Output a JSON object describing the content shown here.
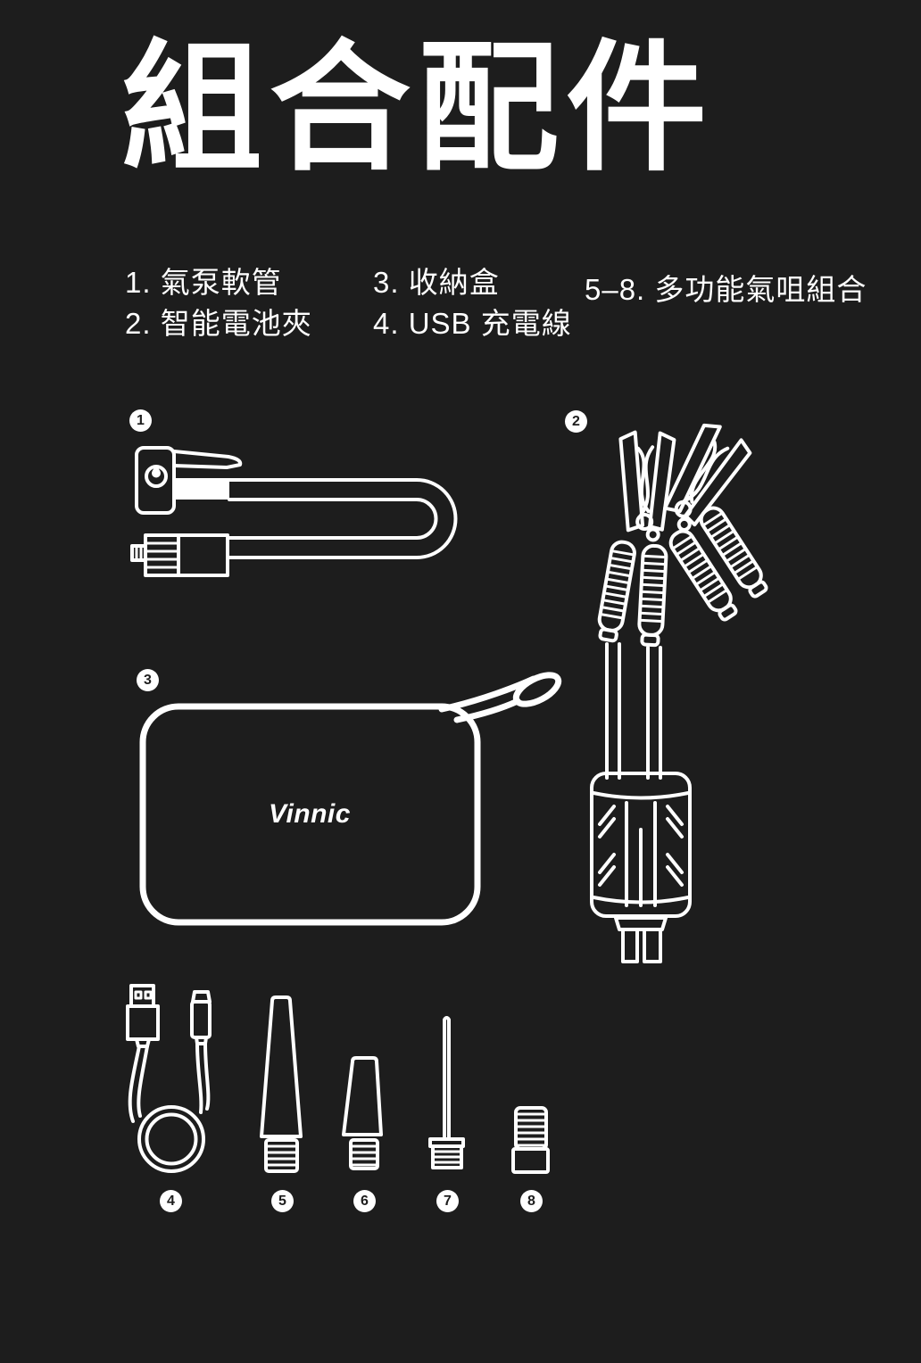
{
  "colors": {
    "background": "#1d1d1d",
    "foreground": "#ffffff",
    "badge_text": "#1d1d1d"
  },
  "title": "組合配件",
  "legend": {
    "items": [
      "1. 氣泵軟管",
      "2. 智能電池夾",
      "3. 收納盒",
      "4. USB 充電線",
      "5–8. 多功能氣咀組合"
    ]
  },
  "brand": "Vinnic",
  "badges": [
    "1",
    "2",
    "3",
    "4",
    "5",
    "6",
    "7",
    "8"
  ],
  "illustrations": {
    "item1": "air-pump-hose",
    "item2": "smart-battery-clamps",
    "item3": "storage-pouch",
    "item4": "usb-charging-cable",
    "item5": "long-tapered-nozzle",
    "item6": "short-tapered-nozzle",
    "item7": "ball-needle",
    "item8": "threaded-valve-adapter"
  }
}
